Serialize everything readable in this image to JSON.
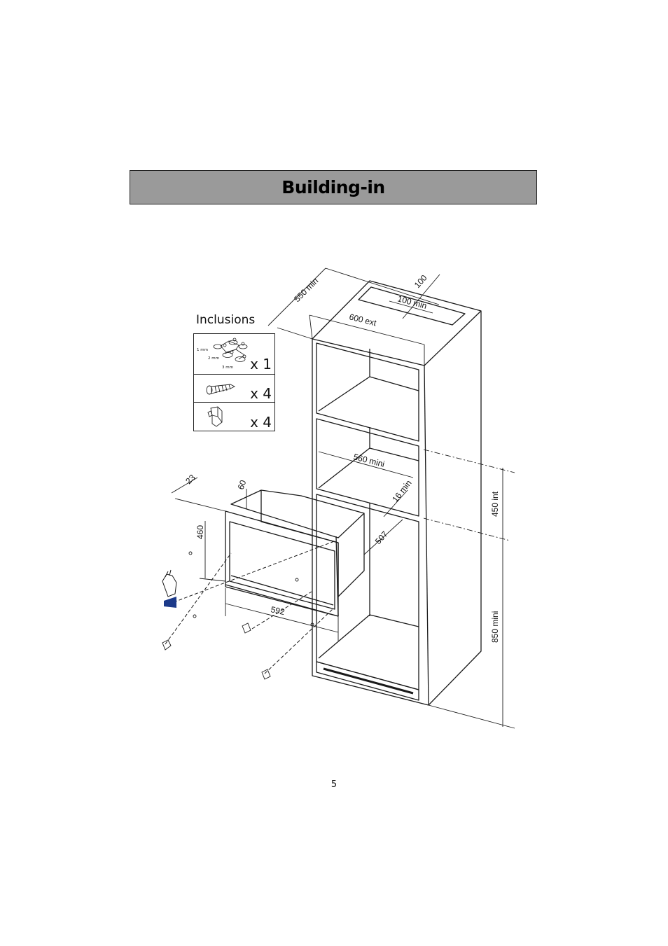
{
  "header": {
    "title": "Building-in"
  },
  "inclusions": {
    "title": "Inclusions",
    "items": [
      {
        "icon": "shim-set-icon",
        "qty": "x 1",
        "labels": [
          "1 mm",
          "2 mm",
          "3 mm"
        ]
      },
      {
        "icon": "screw-icon",
        "qty": "x 4"
      },
      {
        "icon": "clip-icon",
        "qty": "x 4"
      }
    ]
  },
  "dimensions": {
    "d100": "100",
    "d100min": "100 min",
    "d550min": "550 min",
    "d600ext": "600 ext",
    "d560mini": "560 mini",
    "d16min": "16 min",
    "d450int": "450 int",
    "d850mini": "850 mini",
    "d23": "23",
    "d60": "60",
    "d460": "460",
    "d507": "507",
    "d592": "592"
  },
  "footer": {
    "page_number": "5"
  }
}
